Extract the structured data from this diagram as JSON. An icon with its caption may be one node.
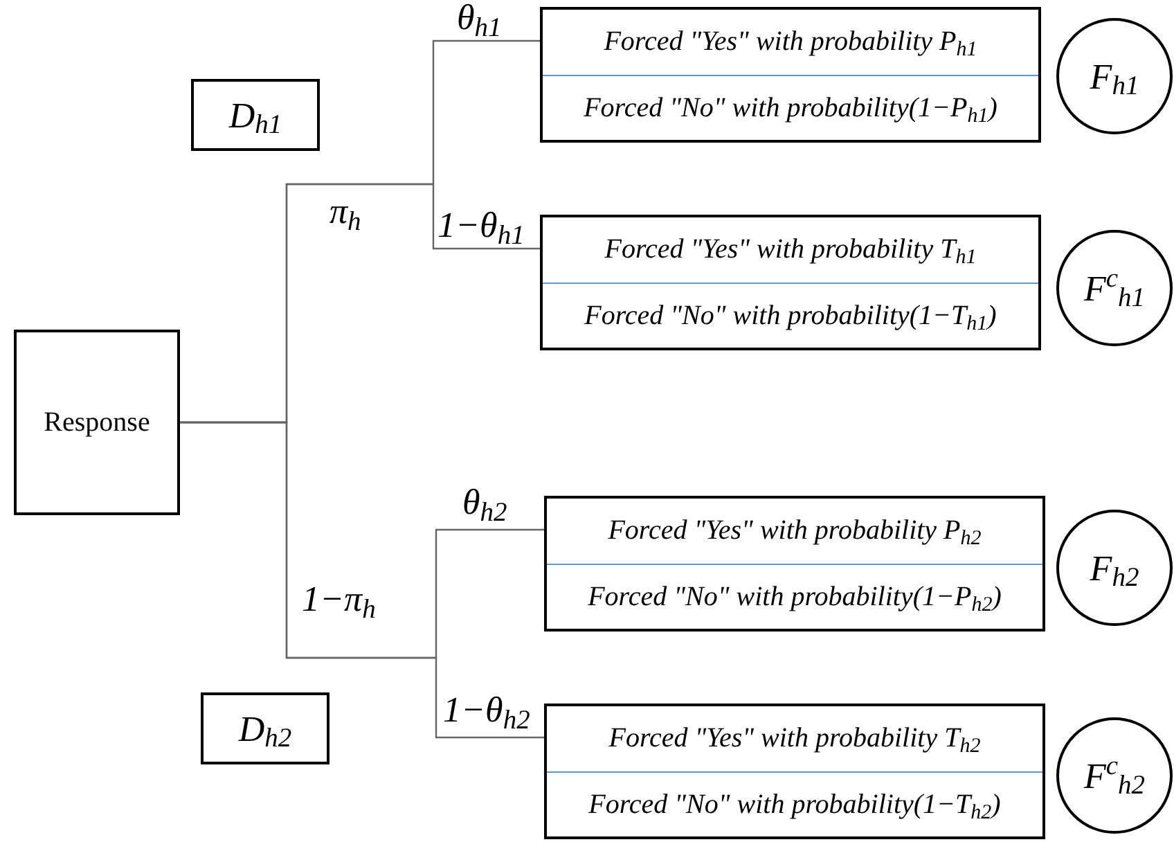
{
  "diagram": {
    "nodes": [
      {
        "text": [
          "D$_{h1}$"
        ]
      },
      {
        "text": [
          "Response"
        ]
      },
      {
        "text": [
          "D$_{h2}$"
        ]
      },
      {
        "text": [
          "Forced \"Yes\" with probability P$_{h1}$",
          "Forced \"No\" with probability(1−P$_{h1}$)"
        ]
      },
      {
        "text": [
          "F$_{h1}$"
        ]
      },
      {
        "text": [
          "Forced \"Yes\" with probability T$_{h1}$",
          "Forced \"No\" with probability(1−T$_{h1}$)"
        ]
      },
      {
        "text": [
          "F$^{c}$$_{h1}$"
        ]
      },
      {
        "text": [
          "Forced \"Yes\" with probability P$_{h2}$",
          "Forced \"No\" with probability(1−P$_{h2}$)"
        ]
      },
      {
        "text": [
          "F$_{h2}$"
        ]
      },
      {
        "text": [
          "Forced \"Yes\" with probability T$_{h2}$",
          "Forced \"No\" with probability(1−T$_{h2}$)"
        ]
      },
      {
        "text": [
          "F$^{c}$$_{h2}$"
        ]
      }
    ],
    "edges": [
      {
        "from": 1,
        "to": 3,
        "arrow": "none"
      },
      {
        "from": 1,
        "to": 5,
        "arrow": "none"
      },
      {
        "from": 1,
        "to": 7,
        "arrow": "none"
      },
      {
        "from": 1,
        "to": 9,
        "arrow": "none"
      }
    ],
    "labels": [
      "θ$_{h1}$",
      "π$_{h}$",
      "1−θ$_{h1}$",
      "θ$_{h2}$",
      "1−π$_{h}$",
      "1−θ$_{h2}$"
    ]
  }
}
